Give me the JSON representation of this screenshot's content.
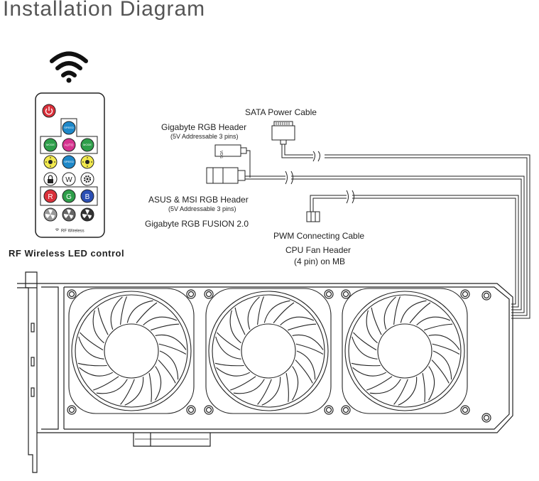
{
  "title": "Installation Diagram",
  "remote": {
    "caption": "RF Wireless LED control",
    "footer": "RF Wireless",
    "buttons": {
      "speed_up": "SPEED",
      "mode_left": "MODE",
      "auto": "AUTO",
      "mode_right": "MODE",
      "speed_down": "SPEED",
      "white": "W",
      "red": "R",
      "green": "G",
      "blue": "B"
    }
  },
  "labels": {
    "sata": "SATA Power Cable",
    "gigabyte_rgb": "Gigabyte RGB Header",
    "gigabyte_rgb_sub": "(5V Addressable 3 pins)",
    "asus_msi": "ASUS & MSI RGB Header",
    "asus_msi_sub": "(5V Addressable 3 pins)",
    "fusion": "Gigabyte RGB FUSION 2.0",
    "pwm": "PWM Connecting Cable",
    "cpu_fan": "CPU Fan Header",
    "cpu_fan_sub": "(4 pin) on MB",
    "connector_text": "VDG"
  },
  "colors": {
    "power": "#d9303a",
    "speed": "#1e88c9",
    "mode": "#2e9e4a",
    "auto": "#d6338f",
    "yellow": "#f2e94e",
    "red": "#d9303a",
    "green": "#2e9e4a",
    "blue": "#2b4fb4"
  }
}
